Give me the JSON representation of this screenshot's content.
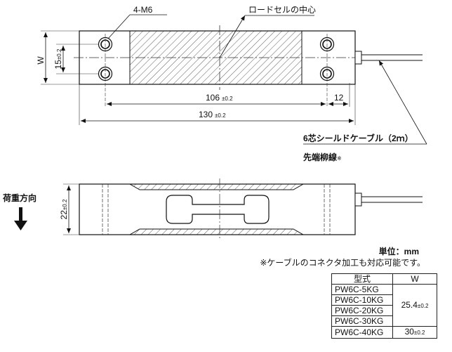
{
  "labels": {
    "threads": "4-M6",
    "center": "ロードセルの中心",
    "width_label": "W",
    "dim_15": "15",
    "dim_15_tol": "±0.2",
    "dim_106": "106",
    "dim_106_tol": "±0.2",
    "dim_12": "12",
    "dim_130": "130",
    "dim_130_tol": "±0.2",
    "cable": "6芯シールドケーブル（2ｍ）",
    "wire_end": "先端柳線",
    "wire_end_mark": "※",
    "load_dir": "荷重方向",
    "dim_22": "22",
    "dim_22_tol": "±0.2"
  },
  "notes": {
    "unit": "単位：mm",
    "connector": "※ケーブルのコネクタ加工も対応可能です。"
  },
  "spec_table": {
    "header_model": "型式",
    "header_w": "W",
    "rows": [
      "PW6C-5KG",
      "PW6C-10KG",
      "PW6C-20KG",
      "PW6C-30KG",
      "PW6C-40KG"
    ],
    "w_group": "25.4",
    "w_group_tol": "±0.2",
    "w_last": "30",
    "w_last_tol": "±0.2"
  }
}
